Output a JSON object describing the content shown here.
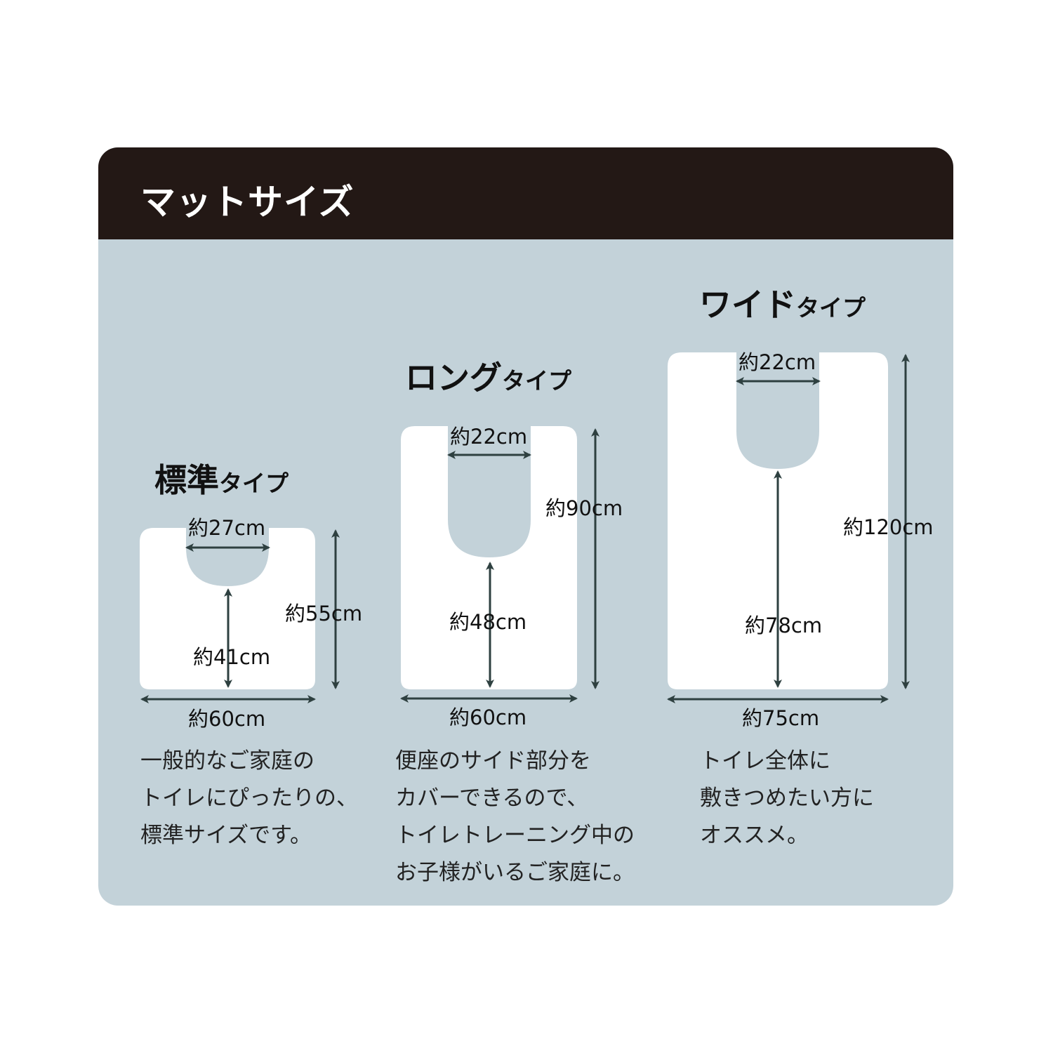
{
  "header": {
    "title": "マットサイズ"
  },
  "colors": {
    "header_bg": "#231815",
    "card_bg": "#c3d2d9",
    "mat_fill": "#ffffff",
    "arrow": "#2e4040"
  },
  "mats": [
    {
      "id": "standard",
      "title_main": "標準",
      "title_suffix": "タイプ",
      "width": "約60cm",
      "length": "約55cm",
      "cutout_width": "約27cm",
      "front_length": "約41cm",
      "description": "一般的なご家庭の\nトイレにぴったりの、\n標準サイズです。"
    },
    {
      "id": "long",
      "title_main": "ロング",
      "title_suffix": "タイプ",
      "width": "約60cm",
      "length": "約90cm",
      "cutout_width": "約22cm",
      "front_length": "約48cm",
      "description": "便座のサイド部分を\nカバーできるので、\nトイレトレーニング中の\nお子様がいるご家庭に。"
    },
    {
      "id": "wide",
      "title_main": "ワイド",
      "title_suffix": "タイプ",
      "width": "約75cm",
      "length": "約120cm",
      "cutout_width": "約22cm",
      "front_length": "約78cm",
      "description": "トイレ全体に\n敷きつめたい方に\nオススメ。"
    }
  ]
}
